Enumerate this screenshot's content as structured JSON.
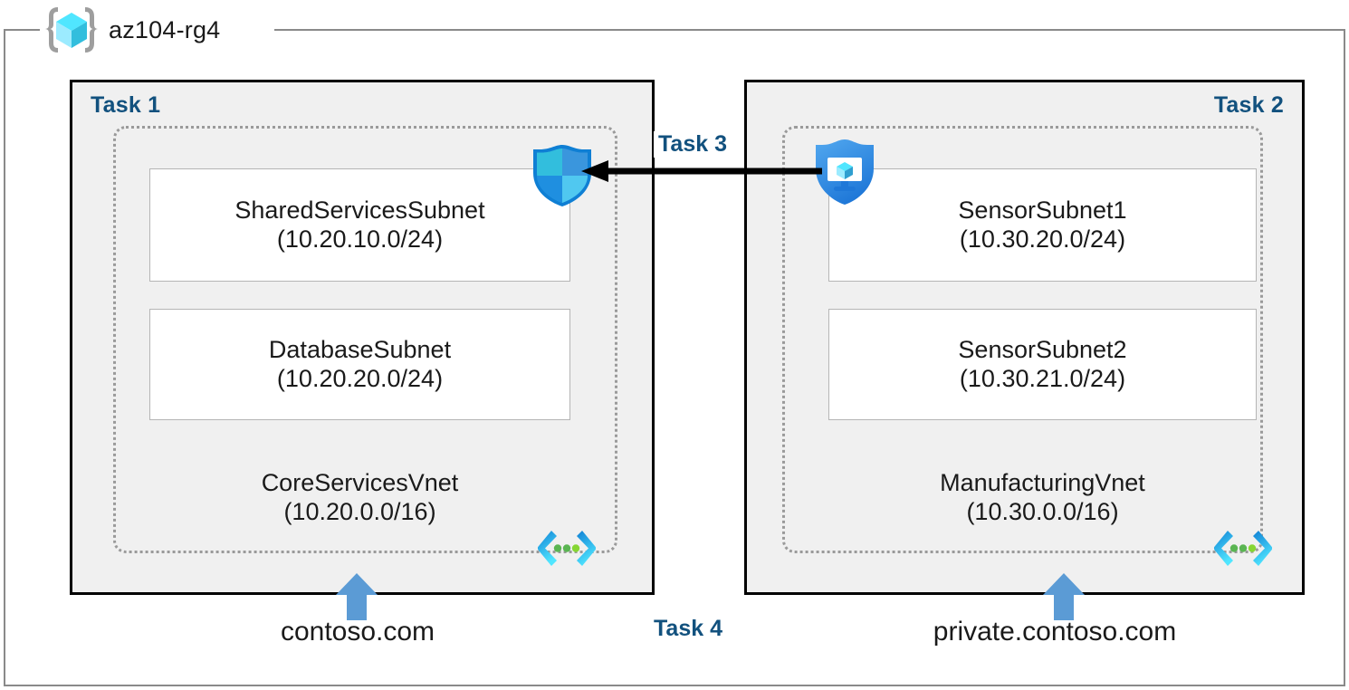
{
  "resource_group": {
    "name": "az104-rg4",
    "icon": "azure-resource-group-icon"
  },
  "tasks": {
    "task1": "Task 1",
    "task2": "Task 2",
    "task3": "Task 3",
    "task4": "Task 4"
  },
  "vnets": [
    {
      "id": "core-services",
      "name": "CoreServicesVnet",
      "cidr": "(10.20.0.0/16)",
      "task": "Task 1",
      "icon": "vnet-icon",
      "subnets": [
        {
          "id": "shared-services",
          "name": "SharedServicesSubnet",
          "cidr": "(10.20.10.0/24)"
        },
        {
          "id": "database",
          "name": "DatabaseSubnet",
          "cidr": "(10.20.20.0/24)"
        }
      ],
      "dns_zone": "contoso.com"
    },
    {
      "id": "manufacturing",
      "name": "ManufacturingVnet",
      "cidr": "(10.30.0.0/16)",
      "task": "Task 2",
      "icon": "vnet-icon",
      "subnets": [
        {
          "id": "sensor1",
          "name": "SensorSubnet1",
          "cidr": "(10.30.20.0/24)"
        },
        {
          "id": "sensor2",
          "name": "SensorSubnet2",
          "cidr": "(10.30.21.0/24)"
        }
      ],
      "dns_zone": "private.contoso.com"
    }
  ],
  "icons": {
    "nsg_shield": "security-shield-icon",
    "defender_shield": "defender-monitor-shield-icon",
    "peering_arrow": "left-arrow-icon",
    "dns_arrow_left": "up-arrow-icon",
    "dns_arrow_right": "up-arrow-icon"
  },
  "colors": {
    "task_label": "#12517e",
    "box_fill": "#f0f0f0",
    "box_border": "#000000",
    "vnet_dotted_border": "#9a9a9a",
    "subnet_border": "#b5b5b5",
    "rg_frame": "#8a8a8a",
    "dns_arrow": "#5b9bd5",
    "azure_cyan": "#50e6ff",
    "azure_blue": "#0078d4"
  }
}
